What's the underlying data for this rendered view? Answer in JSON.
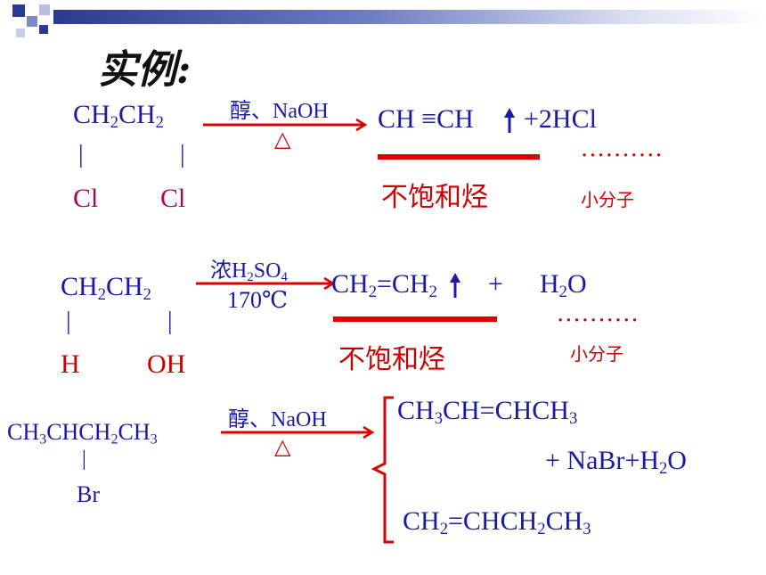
{
  "title": "实例:",
  "reaction1": {
    "reactant_top": [
      "CH",
      "2",
      "CH",
      "2"
    ],
    "bond_left": "|",
    "bond_right": "|",
    "sub_left": "Cl",
    "sub_right": "Cl",
    "condition_top": "醇、NaOH",
    "condition_bottom": "△",
    "product_a": "CH ≡CH",
    "product_b": "+2HCl",
    "label": "不饱和烃",
    "dots": "..........",
    "small": "小分子"
  },
  "reaction2": {
    "reactant_top": [
      "CH",
      "2",
      "CH",
      "2"
    ],
    "bond_left": "|",
    "bond_right": "|",
    "sub_left": "H",
    "sub_right": "OH",
    "condition_top_a": "浓H",
    "condition_top_b": "2",
    "condition_top_c": "SO",
    "condition_top_d": "4",
    "condition_bottom": "170℃",
    "product_a": "CH",
    "product_a_sub": "2",
    "product_b": "=CH",
    "product_b_sub": "2",
    "plus": "+",
    "water": "H",
    "water_sub": "2",
    "water_o": "O",
    "label": "不饱和烃",
    "dots": "..........",
    "small": "小分子"
  },
  "reaction3": {
    "reactant": [
      "CH",
      "3",
      "CHCH",
      "2",
      "CH",
      "3"
    ],
    "bond": "|",
    "sub": "Br",
    "condition_top": "醇、NaOH",
    "condition_bottom": "△",
    "product1": [
      "CH",
      "3",
      "CH=CHCH",
      "3"
    ],
    "byproduct": [
      "+ NaBr+H",
      "2",
      "O"
    ],
    "product2": [
      "CH",
      "2",
      "=CHCH",
      "2",
      "CH",
      "3"
    ]
  }
}
